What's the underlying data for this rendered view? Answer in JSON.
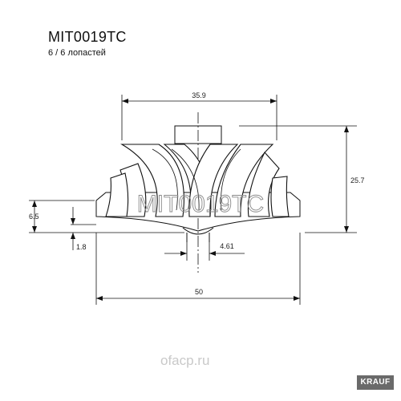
{
  "header": {
    "part_number": "MIT0019TC",
    "blades": "6 / 6 лопастей"
  },
  "dimensions": {
    "top_width": "35.9",
    "height": "25.7",
    "base_height": "6.5",
    "base_gap": "1.8",
    "bore": "4.61",
    "base_diameter": "50"
  },
  "watermark": {
    "text": "MIT0019TC",
    "site": "ofacp.ru",
    "brand": "KRAUF"
  },
  "colors": {
    "line": "#111111",
    "watermark": "#8a8a8a",
    "brand_bg": "#6a6a6a"
  }
}
